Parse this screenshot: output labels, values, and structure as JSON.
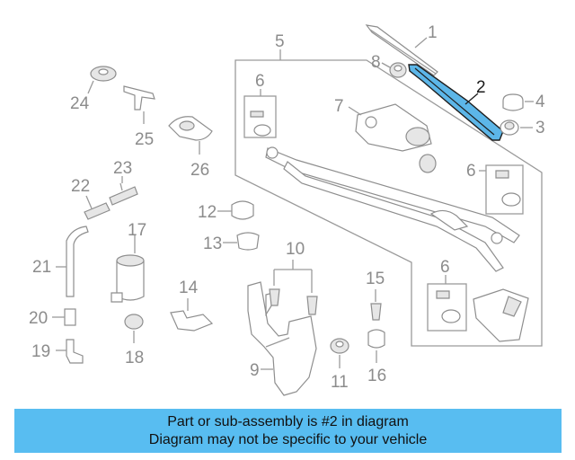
{
  "diagram": {
    "highlight_color": "#5cb6e8",
    "callouts": [
      "1",
      "2",
      "3",
      "4",
      "5",
      "6",
      "6",
      "6",
      "7",
      "8",
      "9",
      "10",
      "11",
      "12",
      "13",
      "14",
      "15",
      "16",
      "17",
      "18",
      "19",
      "20",
      "21",
      "22",
      "23",
      "24",
      "25",
      "26"
    ]
  },
  "banner": {
    "line1": "Part or sub-assembly is #2 in diagram",
    "line2": "Diagram may not be specific to your vehicle",
    "color": "#58bdf1"
  }
}
